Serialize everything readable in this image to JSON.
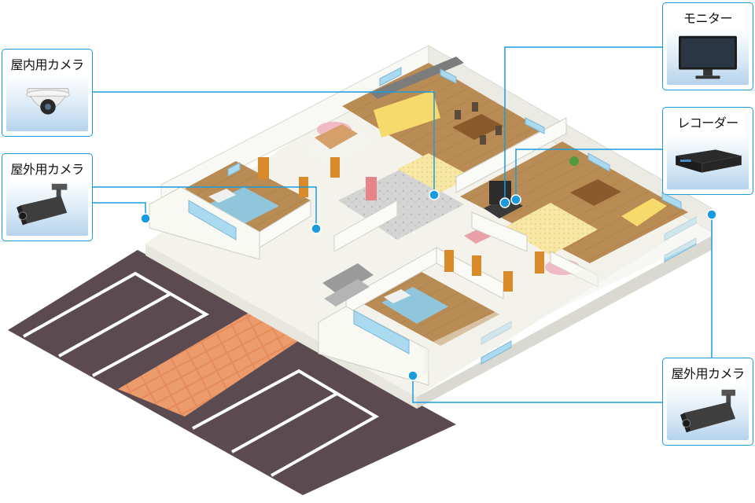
{
  "callouts": {
    "indoor_camera": {
      "label": "屋内用カメラ",
      "icon": "dome-camera-icon"
    },
    "outdoor_camera_left": {
      "label": "屋外用カメラ",
      "icon": "bullet-camera-icon"
    },
    "monitor": {
      "label": "モニター",
      "icon": "monitor-icon"
    },
    "recorder": {
      "label": "レコーダー",
      "icon": "recorder-icon"
    },
    "outdoor_camera_right": {
      "label": "屋外用カメラ",
      "icon": "bullet-camera-icon"
    }
  },
  "colors": {
    "accent_line": "#1a9be0",
    "floor_wood": "#b78a52",
    "floor_tile": "#d8d8d8",
    "parking": "#5b4b50",
    "brick_path": "#e58b5c",
    "rug": "#f6e6a0",
    "wall": "#f7f7f2"
  }
}
